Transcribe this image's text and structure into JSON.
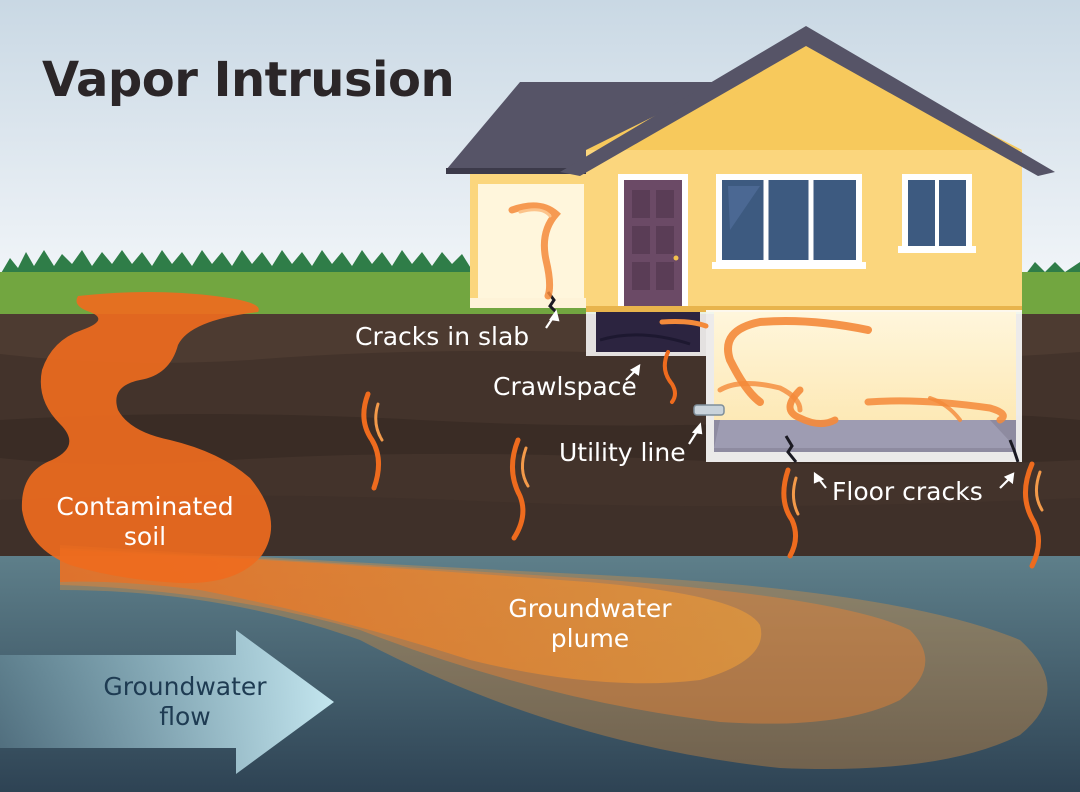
{
  "title": "Vapor Intrusion",
  "labels": {
    "cracks_in_slab": "Cracks in slab",
    "crawlspace": "Crawlspace",
    "utility_line": "Utility line",
    "floor_cracks": "Floor cracks",
    "contaminated_soil_1": "Contaminated",
    "contaminated_soil_2": "soil",
    "groundwater_plume_1": "Groundwater",
    "groundwater_plume_2": "plume",
    "groundwater_flow_1": "Groundwater",
    "groundwater_flow_2": "flow"
  },
  "colors": {
    "sky": "#e6eef4",
    "grass": "#6fa33e",
    "soil": "#43332b",
    "groundwater": "#3d5767",
    "house_wall": "#fbd67d",
    "roof": "#565467",
    "door": "#6b4a66",
    "window": "#3d5a80",
    "contamination": "#ee6a1c",
    "flow_arrow": "#b7dce7"
  }
}
